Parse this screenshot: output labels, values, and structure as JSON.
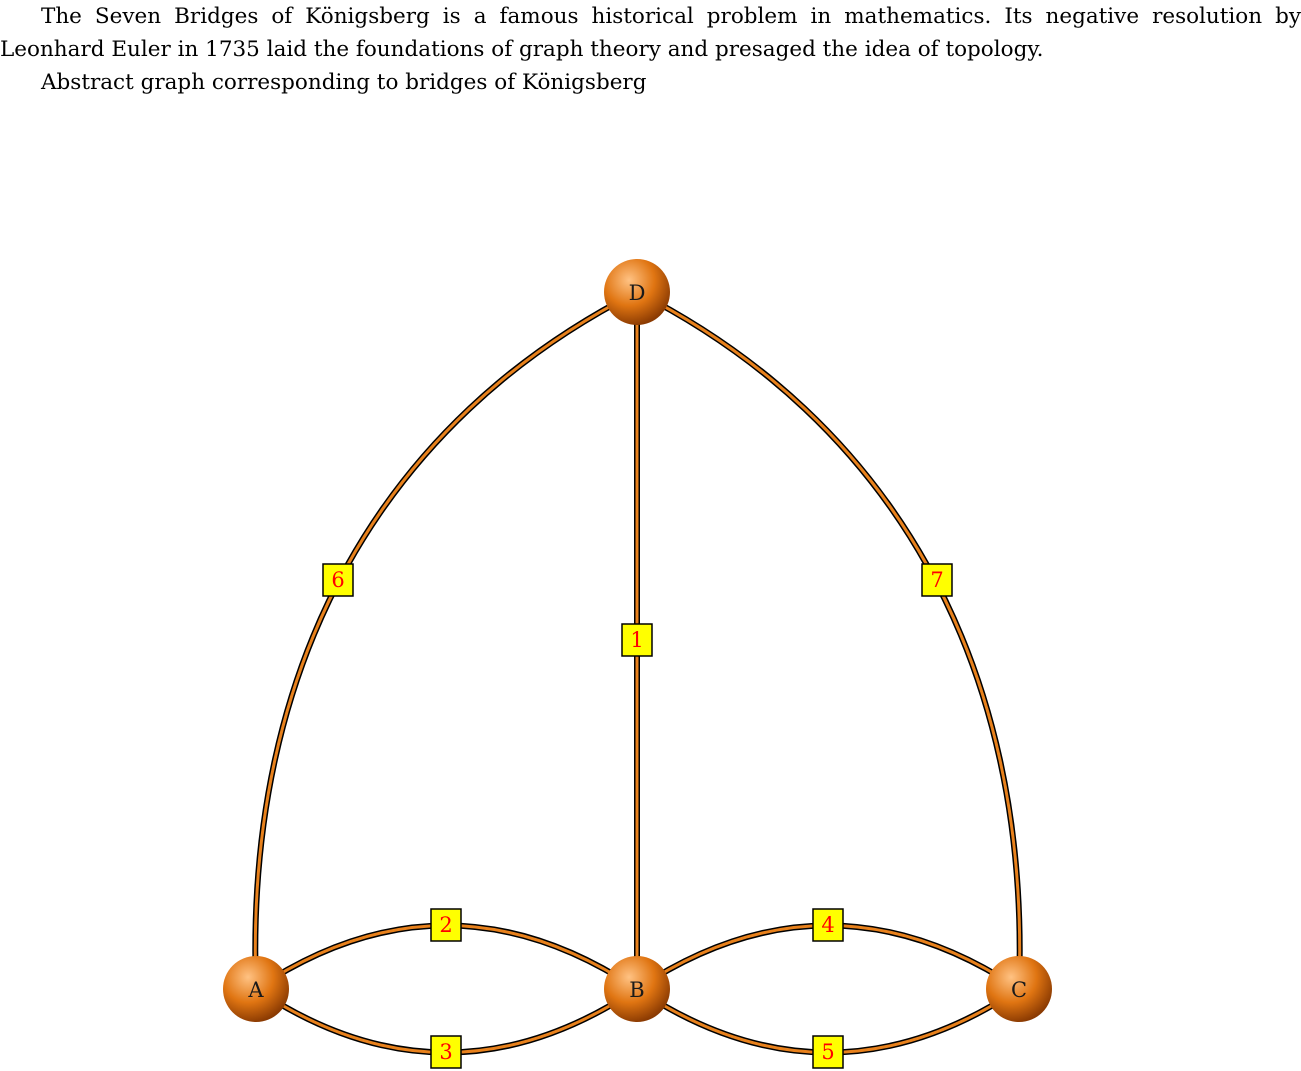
{
  "intro": {
    "paragraph1": "The Seven Bridges of Königsberg is a famous historical problem in mathematics.  Its negative resolution by Leonhard Euler in 1735 laid the foundations of graph theory and presaged the idea of topology.",
    "paragraph2": "Abstract graph corresponding to bridges of Königsberg"
  },
  "colors": {
    "edge_outer": "#000000",
    "edge_inner": "#e8811c",
    "node_light": "#ffc283",
    "node_mid": "#e07512",
    "node_dark": "#8a3a02",
    "label_fill": "#ffff00",
    "label_text": "#ff0000"
  },
  "graph": {
    "nodes": [
      {
        "id": "A",
        "label": "A"
      },
      {
        "id": "B",
        "label": "B"
      },
      {
        "id": "C",
        "label": "C"
      },
      {
        "id": "D",
        "label": "D"
      }
    ],
    "edges": [
      {
        "label": "1",
        "from": "D",
        "to": "B"
      },
      {
        "label": "2",
        "from": "A",
        "to": "B"
      },
      {
        "label": "3",
        "from": "A",
        "to": "B"
      },
      {
        "label": "4",
        "from": "B",
        "to": "C"
      },
      {
        "label": "5",
        "from": "B",
        "to": "C"
      },
      {
        "label": "6",
        "from": "A",
        "to": "D"
      },
      {
        "label": "7",
        "from": "C",
        "to": "D"
      }
    ]
  }
}
